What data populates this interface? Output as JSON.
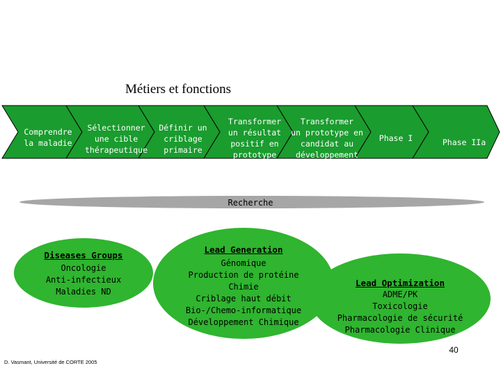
{
  "title": "Métiers et fonctions",
  "colors": {
    "chevron_fill": "#1a9c2e",
    "chevron_border": "#000000",
    "bar": "#a6a6a6",
    "bubble_fill": "#2fb52f"
  },
  "steps": [
    {
      "label": "Comprendre\nla maladie"
    },
    {
      "label": "Sélectionner\nune cible\nthérapeutique"
    },
    {
      "label": "Définir un\ncriblage\nprimaire"
    },
    {
      "label": "Transformer\nun résultat\npositif en\nprototype"
    },
    {
      "label": "Transformer\nun prototype en\ncandidat au\ndéveloppement"
    },
    {
      "label": "Phase I"
    },
    {
      "label": "Phase IIa"
    }
  ],
  "bar_label": "Recherche",
  "bubbles": [
    {
      "heading": "Diseases Groups",
      "lines": [
        "Oncologie",
        "Anti-infectieux",
        "Maladies ND"
      ]
    },
    {
      "heading": "Lead Generation",
      "lines": [
        "Génomique",
        "Production de protéine",
        "Chimie",
        "Criblage haut débit",
        "Bio-/Chemo-informatique",
        "Développement Chimique"
      ]
    },
    {
      "heading": "Lead Optimization",
      "lines": [
        "ADME/PK",
        "Toxicologie",
        "Pharmacologie de sécurité",
        "Pharmacologie Clinique"
      ]
    }
  ],
  "page_number": "40",
  "footer": "D. Vasmant, Université de CORTE 2005"
}
